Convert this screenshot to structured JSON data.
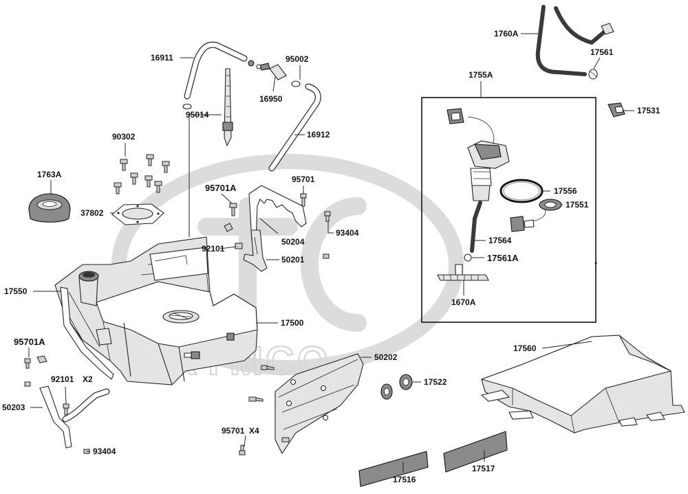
{
  "watermark": {
    "brand_text": "KYMCO",
    "color": "#d9d9d9"
  },
  "labels": {
    "p16911": "16911",
    "p95002": "95002",
    "p95014": "95014",
    "p16950": "16950",
    "p16912": "16912",
    "p90302": "90302",
    "p1763A": "1763A",
    "p37802": "37802",
    "p95701A_top": "95701A",
    "p95701_top": "95701",
    "p93404_top": "93404",
    "p50204": "50204",
    "p92101_top": "92101",
    "p50201": "50201",
    "p17550": "17550",
    "p17500": "17500",
    "p95701A_left": "95701A",
    "p92101_left": "92101",
    "p92101_qty": "X2",
    "p50203": "50203",
    "p93404_bottom": "93404",
    "p50202": "50202",
    "p95701_bottom": "95701",
    "p95701_qty": "X4",
    "p17522": "17522",
    "p1760A": "1760A",
    "p17561": "17561",
    "p1755A": "1755A",
    "p17531": "17531",
    "p17556": "17556",
    "p17551": "17551",
    "p17564": "17564",
    "p17561A": "17561A",
    "p1670A": "1670A",
    "p17560": "17560",
    "p17516": "17516",
    "p17517": "17517"
  }
}
